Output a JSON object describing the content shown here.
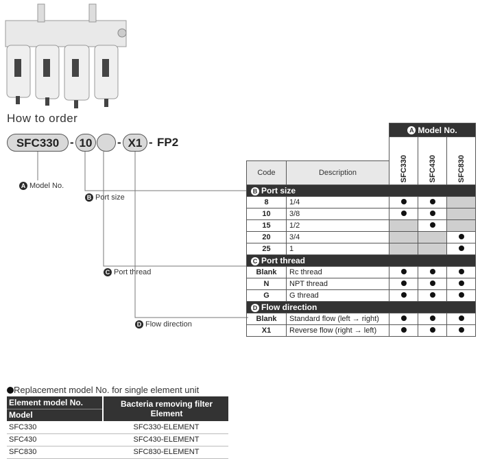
{
  "how_to_order": {
    "title": "How to order",
    "code_parts": [
      "SFC330",
      "-",
      "10",
      "",
      "-",
      "X1",
      "-",
      "FP2"
    ],
    "labels": {
      "model_no": {
        "badge": "A",
        "text": "Model No."
      },
      "port_size": {
        "badge": "B",
        "text": "Port size"
      },
      "port_thread": {
        "badge": "C",
        "text": "Port thread"
      },
      "flow_direction": {
        "badge": "D",
        "text": "Flow direction"
      }
    }
  },
  "spec_table": {
    "model_header": {
      "badge": "A",
      "text": "Model No."
    },
    "models": [
      "SFC330",
      "SFC430",
      "SFC830"
    ],
    "col_code": "Code",
    "col_desc": "Description",
    "sections": [
      {
        "badge": "B",
        "title": "Port size",
        "rows": [
          {
            "code": "8",
            "desc": "1/4",
            "cells": [
              "dot",
              "dot",
              "na"
            ]
          },
          {
            "code": "10",
            "desc": "3/8",
            "cells": [
              "dot",
              "dot",
              "na"
            ]
          },
          {
            "code": "15",
            "desc": "1/2",
            "cells": [
              "na",
              "dot",
              "na"
            ]
          },
          {
            "code": "20",
            "desc": "3/4",
            "cells": [
              "na",
              "na",
              "dot"
            ]
          },
          {
            "code": "25",
            "desc": "1",
            "cells": [
              "na",
              "na",
              "dot"
            ]
          }
        ]
      },
      {
        "badge": "C",
        "title": "Port thread",
        "rows": [
          {
            "code": "Blank",
            "desc": "Rc thread",
            "cells": [
              "dot",
              "dot",
              "dot"
            ]
          },
          {
            "code": "N",
            "desc": "NPT thread",
            "cells": [
              "dot",
              "dot",
              "dot"
            ]
          },
          {
            "code": "G",
            "desc": "G thread",
            "cells": [
              "dot",
              "dot",
              "dot"
            ]
          }
        ]
      },
      {
        "badge": "D",
        "title": "Flow direction",
        "rows": [
          {
            "code": "Blank",
            "desc": "Standard flow (left → right)",
            "cells": [
              "dot",
              "dot",
              "dot"
            ]
          },
          {
            "code": "X1",
            "desc": "Reverse flow (right → left)",
            "cells": [
              "dot",
              "dot",
              "dot"
            ]
          }
        ]
      }
    ]
  },
  "replacement": {
    "title": "Replacement model No. for single element unit",
    "header_left_top": "Element model No.",
    "header_left_bottom": "Model",
    "header_right": "Bacteria removing filter Element",
    "rows": [
      {
        "model": "SFC330",
        "element": "SFC330-ELEMENT"
      },
      {
        "model": "SFC430",
        "element": "SFC430-ELEMENT"
      },
      {
        "model": "SFC830",
        "element": "SFC830-ELEMENT"
      }
    ]
  },
  "colors": {
    "header_dark": "#333333",
    "not_available": "#cfcfcf",
    "pill": "#d9d9d9"
  }
}
